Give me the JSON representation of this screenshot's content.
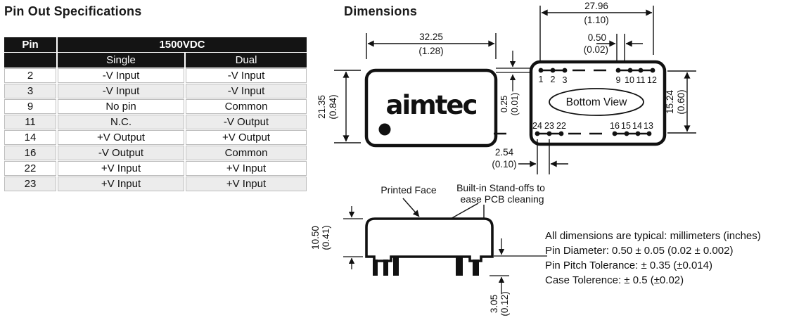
{
  "pinout": {
    "title": "Pin Out Specifications",
    "table": {
      "pin_header": "Pin",
      "voltage_header": "1500VDC",
      "single_header": "Single",
      "dual_header": "Dual",
      "rows": [
        {
          "pin": "2",
          "single": "-V Input",
          "dual": "-V Input"
        },
        {
          "pin": "3",
          "single": "-V Input",
          "dual": "-V Input"
        },
        {
          "pin": "9",
          "single": "No pin",
          "dual": "Common"
        },
        {
          "pin": "11",
          "single": "N.C.",
          "dual": "-V Output"
        },
        {
          "pin": "14",
          "single": "+V Output",
          "dual": "+V Output"
        },
        {
          "pin": "16",
          "single": "-V Output",
          "dual": "Common"
        },
        {
          "pin": "22",
          "single": "+V Input",
          "dual": "+V Input"
        },
        {
          "pin": "23",
          "single": "+V Input",
          "dual": "+V Input"
        }
      ]
    }
  },
  "dimensions": {
    "title": "Dimensions",
    "top_view": {
      "logo": "aimtec",
      "width_mm": "32.25",
      "width_in": "(1.28)",
      "height_mm": "21.35",
      "height_in": "(0.84)"
    },
    "bottom_view": {
      "label": "Bottom View",
      "width_mm": "27.96",
      "width_in": "(1.10)",
      "pin_dia_mm": "0.50",
      "pin_dia_in": "(0.02)",
      "height_mm": "15.24",
      "height_in": "(0.60)",
      "row_offset_mm": "0.25",
      "row_offset_in": "(0.01)",
      "pitch_mm": "2.54",
      "pitch_in": "(0.10)",
      "pins_top": [
        "1",
        "2",
        "3",
        "9",
        "10",
        "11",
        "12"
      ],
      "pins_bottom": [
        "24",
        "23",
        "22",
        "16",
        "15",
        "14",
        "13"
      ]
    },
    "side_view": {
      "printed_face": "Printed Face",
      "standoffs_line1": "Built-in Stand-offs to",
      "standoffs_line2": "ease PCB cleaning",
      "height_mm": "10.50",
      "height_in": "(0.41)",
      "pin_length_mm": "3.05",
      "pin_length_in": "(0.12)"
    },
    "notes": [
      "All dimensions are typical: millimeters (inches)",
      "Pin Diameter: 0.50 ± 0.05 (0.02 ± 0.002)",
      "Pin Pitch Tolerance: ± 0.35 (±0.014)",
      "Case Tolerence: ± 0.5 (±0.02)"
    ]
  }
}
